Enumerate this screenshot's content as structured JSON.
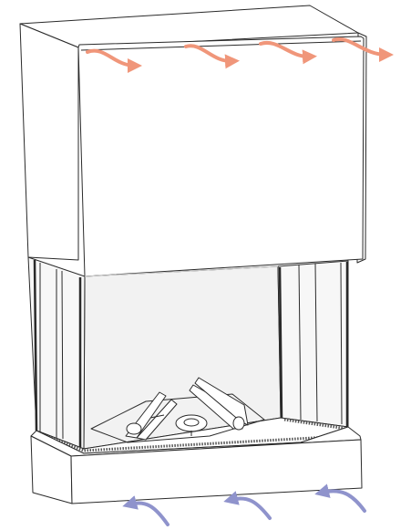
{
  "diagram": {
    "subject": "three-sided-glass-fireplace-airflow",
    "colors": {
      "outline": "#2a2a2a",
      "body_fill": "#ffffff",
      "glass_fill": "#f2f2f2",
      "glass_light": "#fafafa",
      "glass_edge": "#cfcfcf",
      "grate": "#555555",
      "warm_air": "#f0967a",
      "cool_air": "#8f93cc"
    },
    "airflow": {
      "outlet_arrows": [
        {
          "name": "warm-air-arrow-1",
          "kind": "hot-air-out"
        },
        {
          "name": "warm-air-arrow-2",
          "kind": "hot-air-out"
        },
        {
          "name": "warm-air-arrow-3",
          "kind": "hot-air-out"
        },
        {
          "name": "warm-air-arrow-4",
          "kind": "hot-air-out"
        }
      ],
      "inlet_arrows": [
        {
          "name": "cool-air-arrow-1",
          "kind": "cold-air-in"
        },
        {
          "name": "cool-air-arrow-2",
          "kind": "cold-air-in"
        },
        {
          "name": "cool-air-arrow-3",
          "kind": "cold-air-in"
        }
      ]
    }
  }
}
